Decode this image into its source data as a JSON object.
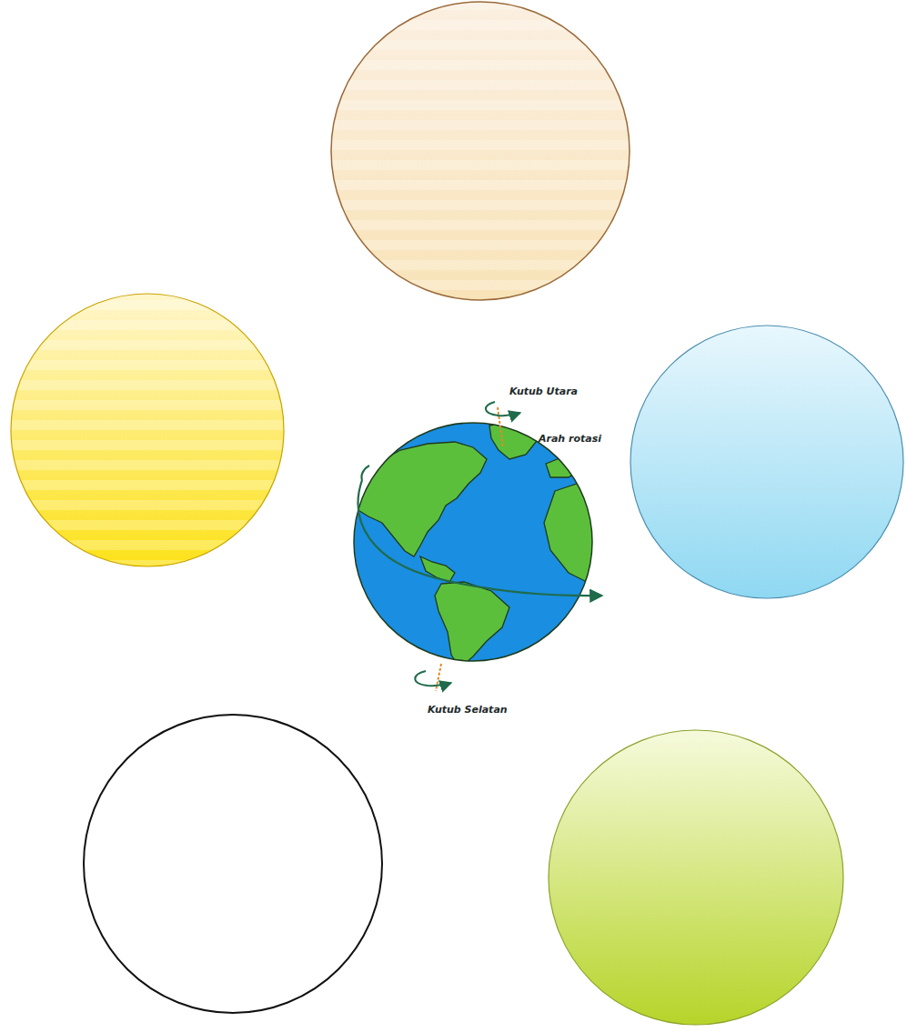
{
  "diagram": {
    "labels": [
      "Kutub Utara",
      "Arah rotasi",
      "Kutub Selatan"
    ]
  }
}
